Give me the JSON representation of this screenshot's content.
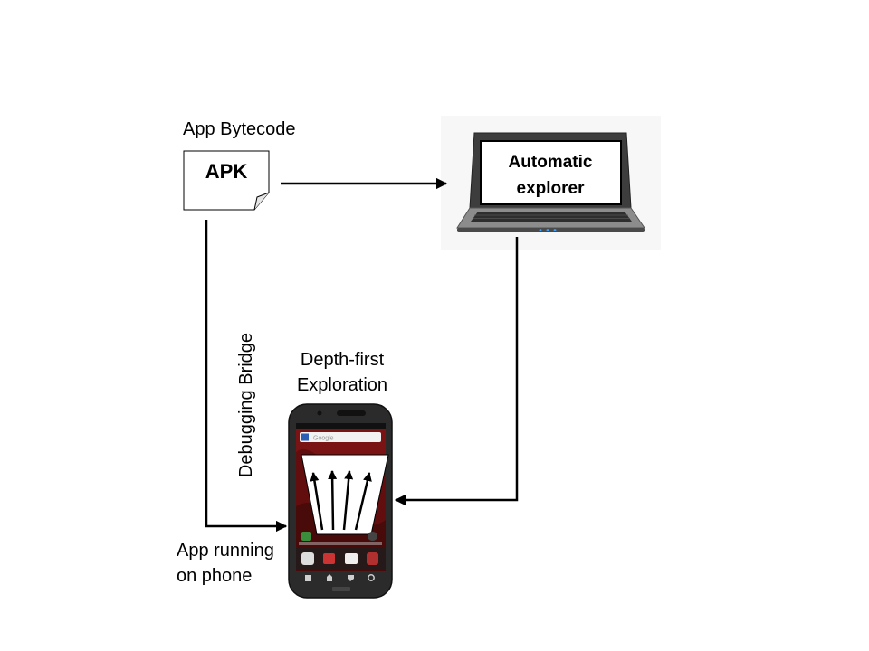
{
  "apk": {
    "caption": "App Bytecode",
    "label": "APK"
  },
  "laptop": {
    "line1": "Automatic",
    "line2": "explorer"
  },
  "bridge": {
    "label": "Debugging Bridge"
  },
  "phone": {
    "title_line1": "Depth-first",
    "title_line2": "Exploration",
    "caption_line1": "App running",
    "caption_line2": "on phone",
    "search_placeholder": "Google"
  },
  "colors": {
    "arrow": "#000000",
    "phone_body": "#2b2b2b",
    "screen_bg": "#7a1414"
  }
}
